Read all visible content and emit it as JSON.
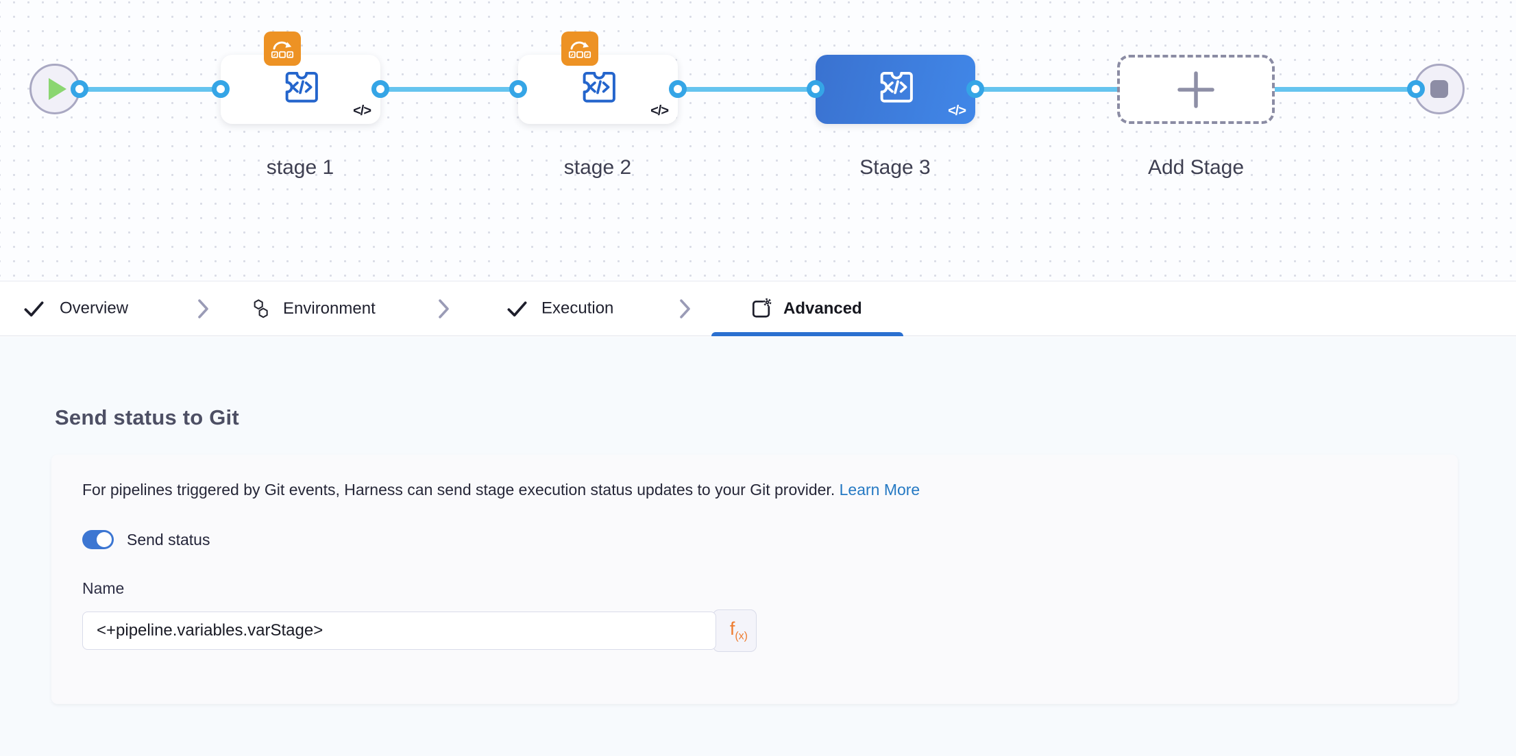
{
  "canvas": {
    "start_node": "pipeline-start",
    "end_node": "pipeline-end",
    "stages": [
      {
        "label": "stage 1",
        "selected": false,
        "badge": "rolling-deploy",
        "corner_glyph": "</>"
      },
      {
        "label": "stage 2",
        "selected": false,
        "badge": "rolling-deploy",
        "corner_glyph": "</>"
      },
      {
        "label": "Stage 3",
        "selected": true,
        "badge": null,
        "corner_glyph": "</>"
      }
    ],
    "add_stage": {
      "label": "Add Stage",
      "plus_icon": "plus"
    }
  },
  "tabs": [
    {
      "label": "Overview",
      "icon": "check-icon",
      "active": false
    },
    {
      "label": "Environment",
      "icon": "hexagons-icon",
      "active": false
    },
    {
      "label": "Execution",
      "icon": "check-icon",
      "active": false
    },
    {
      "label": "Advanced",
      "icon": "settings-square-icon",
      "active": true
    }
  ],
  "panel": {
    "heading": "Send status to Git",
    "description": "For pipelines triggered by Git events, Harness can send stage execution status updates to your Git provider.",
    "learn_more_label": "Learn More",
    "toggle": {
      "label": "Send status",
      "on": true
    },
    "name_field": {
      "label": "Name",
      "value": "<+pipeline.variables.varStage>"
    },
    "expression_button": {
      "f": "f",
      "sub": "(x)"
    }
  },
  "colors": {
    "accent_blue": "#2b70d0",
    "link_blue": "#2579c3",
    "connector_line": "#65c4ef",
    "connector_ring": "#35a5e6",
    "selected_stage_gradient": [
      "#3a72d0",
      "#4187e8"
    ],
    "badge_orange": "#ed9224",
    "fx_orange": "#ee7c30",
    "toggle_on_blue": "#3c76d2",
    "play_green": "#8bd671",
    "panel_bg": "#f7fafd",
    "card_bg": "#fafafc"
  }
}
